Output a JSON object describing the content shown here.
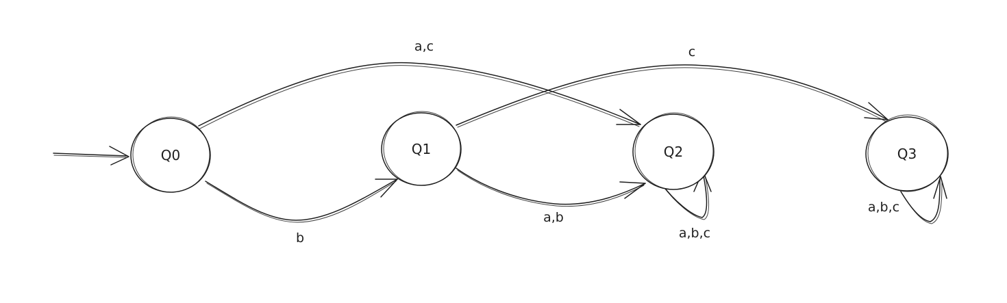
{
  "states": [
    {
      "id": "q0",
      "label": "Q0"
    },
    {
      "id": "q1",
      "label": "Q1"
    },
    {
      "id": "q2",
      "label": "Q2"
    },
    {
      "id": "q3",
      "label": "Q3"
    }
  ],
  "edges": [
    {
      "id": "q0-q2",
      "label": "a,c"
    },
    {
      "id": "q1-q3",
      "label": "c"
    },
    {
      "id": "q0-q1",
      "label": "b"
    },
    {
      "id": "q1-q2",
      "label": "a,b"
    },
    {
      "id": "q2-loop",
      "label": "a,b,c"
    },
    {
      "id": "q3-loop",
      "label": "a,b,c"
    }
  ]
}
